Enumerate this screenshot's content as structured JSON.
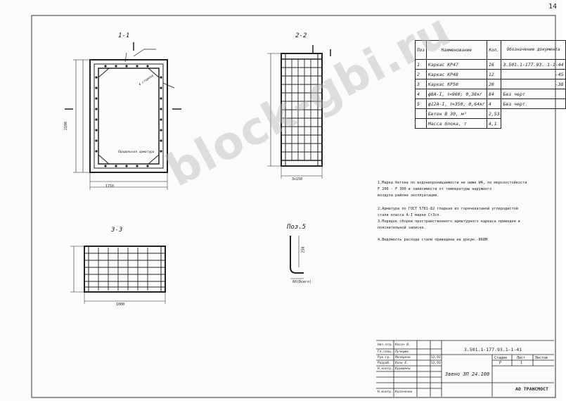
{
  "sheet_number": "14",
  "sections": {
    "s11": "1-1",
    "s22": "2-2",
    "s33": "3-3",
    "pos5": "Поз.5"
  },
  "spec_table": {
    "headers": [
      "Поз",
      "Наименование",
      "Кол.",
      "Обозначение документа"
    ],
    "rows": [
      [
        "1",
        "Каркас КР47",
        "16",
        "3.501.1-177.93. 1-1-44"
      ],
      [
        "2",
        "Каркас КР48",
        "12",
        "-45"
      ],
      [
        "3",
        "Каркас КР50",
        "20",
        "-38"
      ],
      [
        "4",
        "ф8А-I, ℓ=960; 0,38кг",
        "84",
        "Без черт"
      ],
      [
        "5",
        "ф12А-I, ℓ=350, 0,64кг",
        "4",
        "Без черт."
      ],
      [
        "",
        "Бетон В 30, м³",
        "2,53",
        ""
      ],
      [
        "",
        "Масса блока, т",
        "4,1",
        ""
      ]
    ]
  },
  "notes": [
    "1.Марка бетона по водонепроницаемости не ниже W4, по морозостойкости",
    "   F 200 - F 300 в зависимости от                температуры наружного",
    "   воздуха района эксплуатации.",
    "2.Арматура по ГОСТ 5781-82 гладкая из горячекатаной углеродистой",
    "   стали класса А-I марки Ст3сп.",
    "3.Порядок сборки пространственного арматурного каркаса приведен в",
    "   пояснительной записке.",
    "4.Ведомость расхода стали приведена на докум.-868М"
  ],
  "drawing_labels": {
    "dim_1710": "1710",
    "dim_2100": "2100",
    "dim_1540": "3x150",
    "dim_1000": "1000",
    "dim_250": "250",
    "dim_60": "60(Всего)",
    "hook_note": "Продольная арматура",
    "bar_note": "4 сторона"
  },
  "title_block": {
    "code": "3.501.1-177.93.1-1-41",
    "name": "Звено ЗП 24.100",
    "stage_hdr": "Стадия",
    "sheet_hdr": "Лист",
    "sheets_hdr": "Листов",
    "stage": "Р",
    "sheet": "1",
    "org": "АО ТРАНСМОСТ",
    "roles": [
      "Нач.отд.",
      "Гл.спец.",
      "Рук.гр.",
      "Разраб.",
      "Н.контр."
    ],
    "names": [
      "Косач В.",
      "Лучерюк",
      "Мачерено",
      "Коэх Е.",
      "Крушинец"
    ],
    "date": "12.93",
    "date2": "12.93",
    "footer_role": "Н.контр.",
    "footer_name": "Козаченко"
  },
  "watermark": "block-gbi.ru"
}
